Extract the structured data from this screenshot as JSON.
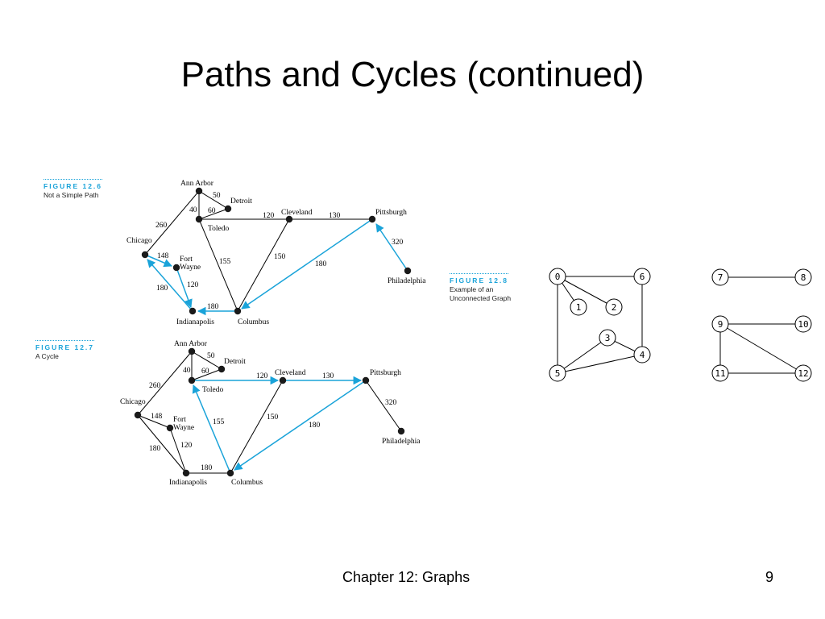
{
  "slide": {
    "title": "Paths and Cycles (continued)",
    "footer_left": "Chapter 12: Graphs",
    "footer_right": "9"
  },
  "figures": {
    "fig6": {
      "label": "FIGURE 12.6",
      "caption": "Not a Simple Path"
    },
    "fig7": {
      "label": "FIGURE 12.7",
      "caption": "A Cycle"
    },
    "fig8": {
      "label": "FIGURE 12.8",
      "caption_line1": "Example of an",
      "caption_line2": "Unconnected Graph"
    }
  },
  "cities": {
    "ann_arbor": "Ann Arbor",
    "detroit": "Detroit",
    "toledo": "Toledo",
    "cleveland": "Cleveland",
    "pittsburgh": "Pittsburgh",
    "chicago": "Chicago",
    "fort": "Fort",
    "wayne": "Wayne",
    "philadelphia": "Philadelphia",
    "indianapolis": "Indianapolis",
    "columbus": "Columbus"
  },
  "weights": {
    "annarbor_detroit": "50",
    "annarbor_toledo": "40",
    "toledo_detroit": "60",
    "chicago_annarbor": "260",
    "toledo_cleveland": "120",
    "cleveland_pittsburgh": "130",
    "pittsburgh_philadelphia": "320",
    "chicago_fortwayne": "148",
    "fortwayne_indianapolis": "120",
    "chicago_indianapolis": "180",
    "toledo_columbus": "155",
    "cleveland_columbus": "150",
    "pittsburgh_columbus": "180",
    "indianapolis_columbus": "180"
  },
  "unconnected_graph": {
    "vertices": [
      "0",
      "1",
      "2",
      "3",
      "4",
      "5",
      "6",
      "7",
      "8",
      "9",
      "10",
      "11",
      "12"
    ]
  },
  "colors": {
    "highlight": "#1aa3d9",
    "edge": "#000000",
    "node": "#1a1a1a"
  }
}
